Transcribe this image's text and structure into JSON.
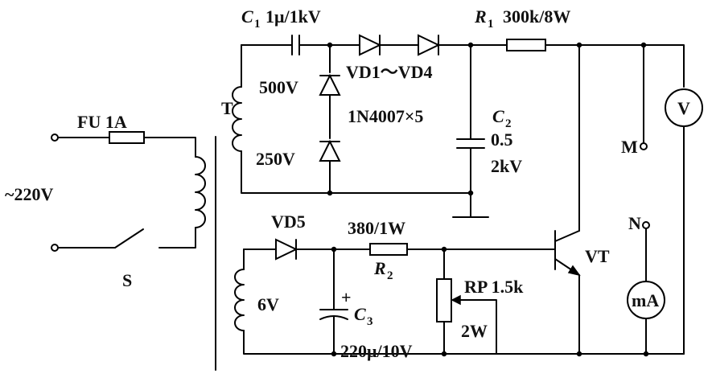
{
  "diagram": {
    "labels": {
      "c1_sym": "C",
      "c1_sub": "1",
      "c1_val": "1μ/1kV",
      "r1_sym": "R",
      "r1_sub": "1",
      "r1_val": "300k/8W",
      "t": "T",
      "tap_500": "500V",
      "tap_250": "250V",
      "vd_range": "VD1～VD4",
      "vd_part": "1N4007×5",
      "c2_sym": "C",
      "c2_sub": "2",
      "c2_val1": "0.5",
      "c2_val2": "2kV",
      "fu": "FU 1A",
      "ac": "~220V",
      "s": "S",
      "vd5": "VD5",
      "r2_val": "380/1W",
      "r2_sym": "R",
      "r2_sub": "2",
      "tap_6": "6V",
      "c3_plus": "+",
      "c3_sym": "C",
      "c3_sub": "3",
      "c3_val": "220μ/10V",
      "rp": "RP  1.5k",
      "rp_w": "2W",
      "vt": "VT",
      "m": "M",
      "n": "N",
      "meter_v": "V",
      "meter_ma": "mA"
    }
  }
}
